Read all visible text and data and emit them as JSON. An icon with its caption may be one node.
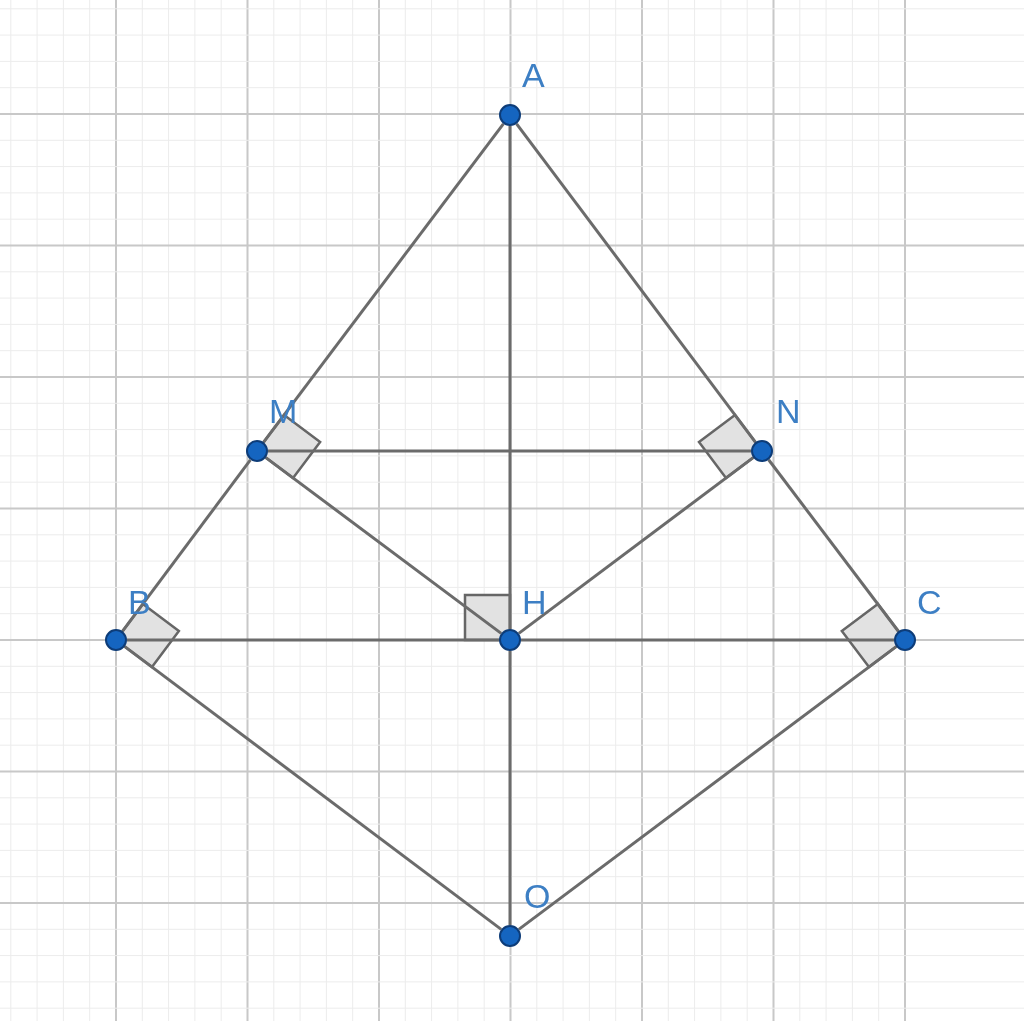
{
  "diagram": {
    "nodes": [
      {
        "text": [],
        "shape": "circle",
        "beside": [
          "A"
        ]
      },
      {
        "text": [],
        "shape": "circle",
        "beside": [
          "M"
        ]
      },
      {
        "text": [],
        "shape": "circle",
        "beside": [
          "N"
        ]
      },
      {
        "text": [],
        "shape": "circle",
        "beside": [
          "B"
        ]
      },
      {
        "text": [],
        "shape": "circle",
        "beside": [
          "H"
        ]
      },
      {
        "text": [],
        "shape": "circle",
        "beside": [
          "C"
        ]
      },
      {
        "text": [],
        "shape": "circle",
        "beside": [
          "O"
        ]
      }
    ],
    "edges": [
      {
        "from": 0,
        "to": 1,
        "arrow": "none"
      },
      {
        "from": 1,
        "to": 3,
        "arrow": "none"
      },
      {
        "from": 0,
        "to": 2,
        "arrow": "none"
      },
      {
        "from": 2,
        "to": 5,
        "arrow": "none"
      },
      {
        "from": 0,
        "to": 4,
        "arrow": "none"
      },
      {
        "from": 4,
        "to": 6,
        "arrow": "none"
      },
      {
        "from": 1,
        "to": 2,
        "arrow": "none"
      },
      {
        "from": 1,
        "to": 4,
        "arrow": "none"
      },
      {
        "from": 2,
        "to": 4,
        "arrow": "none"
      },
      {
        "from": 3,
        "to": 4,
        "arrow": "none"
      },
      {
        "from": 4,
        "to": 5,
        "arrow": "none"
      },
      {
        "from": 3,
        "to": 6,
        "arrow": "none"
      },
      {
        "from": 5,
        "to": 6,
        "arrow": "none"
      }
    ]
  }
}
